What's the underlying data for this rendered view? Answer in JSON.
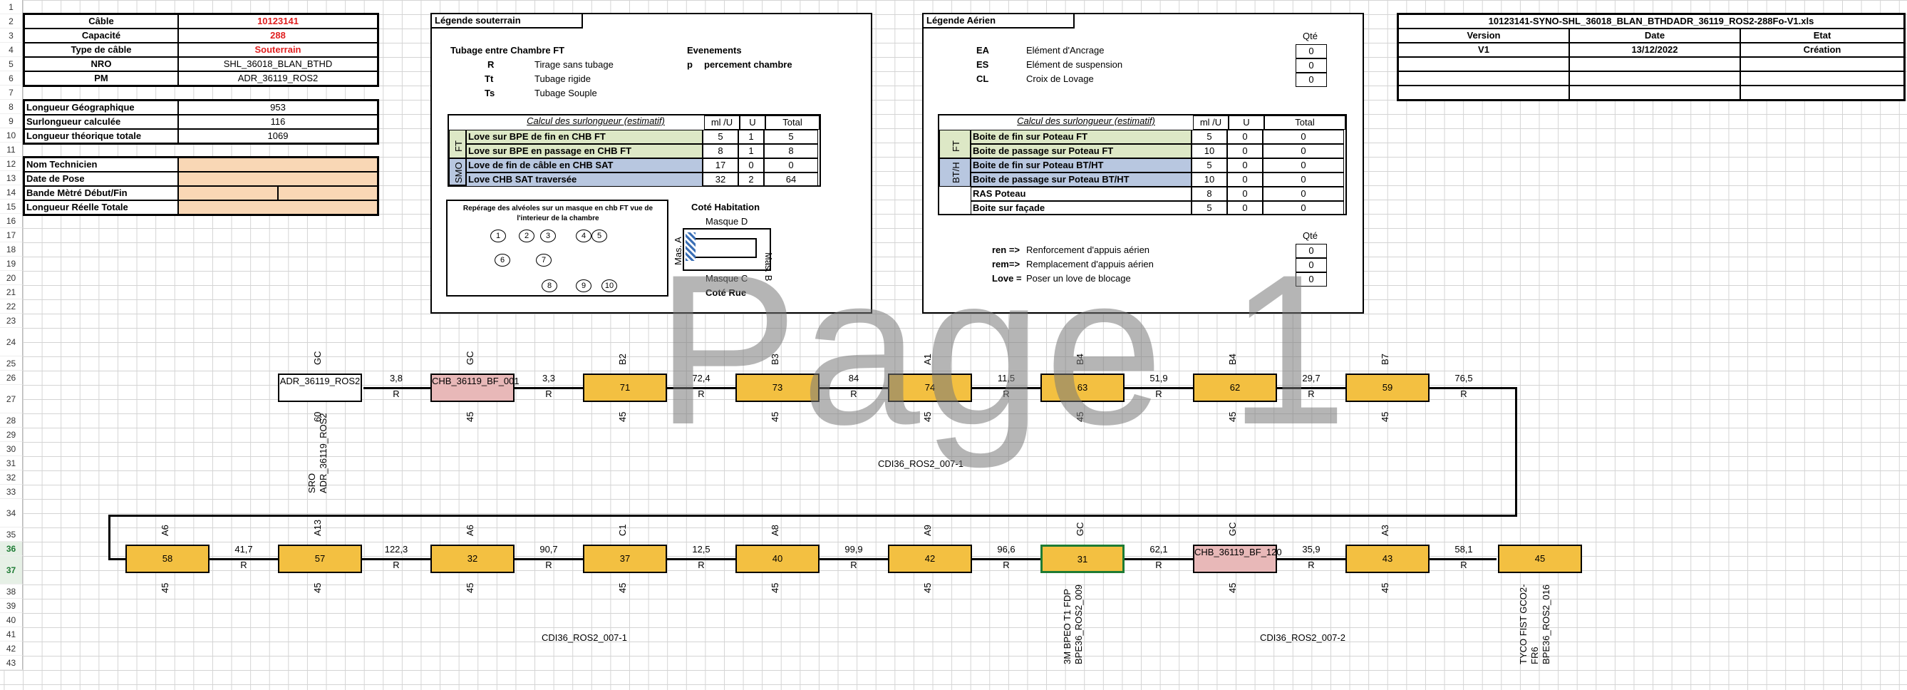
{
  "row_numbers": [
    "1",
    "2",
    "3",
    "4",
    "5",
    "6",
    "7",
    "8",
    "9",
    "10",
    "11",
    "12",
    "13",
    "14",
    "15",
    "16",
    "17",
    "18",
    "19",
    "20",
    "21",
    "22",
    "23",
    "24",
    "25",
    "26",
    "27",
    "28",
    "29",
    "30",
    "31",
    "32",
    "33",
    "34",
    "35",
    "36",
    "37",
    "38",
    "39",
    "40",
    "41",
    "42",
    "43"
  ],
  "info": {
    "labels": [
      "Câble",
      "Capacité",
      "Type de câble",
      "NRO",
      "PM"
    ],
    "values": [
      "10123141",
      "288",
      "Souterrain",
      "SHL_36018_BLAN_BTHD",
      "ADR_36119_ROS2"
    ]
  },
  "lengths": {
    "labels": [
      "Longueur Géographique",
      "Surlongueur calculée",
      "Longueur théorique totale"
    ],
    "values": [
      "953",
      "116",
      "1069"
    ]
  },
  "tech": {
    "labels": [
      "Nom Technicien",
      "Date de Pose",
      "Bande Mètré Début/Fin",
      "Longueur Réelle Totale"
    ]
  },
  "souterrain": {
    "title": "Légende souterrain",
    "sub1": "Tubage entre Chambre FT",
    "sub2": "Evenements",
    "codes": [
      [
        "R",
        "Tirage sans tubage"
      ],
      [
        "Tt",
        "Tubage rigide"
      ],
      [
        "Ts",
        "Tubage Souple"
      ]
    ],
    "event_code": "p",
    "event_label": "percement chambre",
    "calc_title": "Calcul des surlongueur (estimatif)",
    "cols": [
      "ml /U",
      "U",
      "Total"
    ],
    "group1": "FT",
    "group2": "SMO",
    "rows": [
      [
        "Love sur BPE de fin en CHB FT",
        "5",
        "1",
        "5"
      ],
      [
        "Love sur BPE en passage en CHB FT",
        "8",
        "1",
        "8"
      ],
      [
        "Love de fin de câble en CHB SAT",
        "17",
        "0",
        "0"
      ],
      [
        "Love CHB SAT traversée",
        "32",
        "2",
        "64"
      ]
    ],
    "reperage": "Repérage des alvéoles sur un masque en chb FT vue de l'interieur de la chambre",
    "coté": "Coté Habitation",
    "masqueD": "Masque D",
    "masqueC": "Masque C",
    "masA": "Mas. A",
    "masB": "Mas. B",
    "cote_rue": "Coté Rue",
    "alveoles": [
      "1",
      "2",
      "3",
      "4",
      "5",
      "6",
      "7",
      "8",
      "9",
      "10"
    ]
  },
  "aerien": {
    "title": "Légende Aérien",
    "qte": "Qté",
    "codes": [
      [
        "EA",
        "Elément d'Ancrage",
        "0"
      ],
      [
        "ES",
        "Elément de suspension",
        "0"
      ],
      [
        "CL",
        "Croix de Lovage",
        "0"
      ]
    ],
    "calc_title": "Calcul des surlongueur (estimatif)",
    "cols": [
      "ml /U",
      "U",
      "Total"
    ],
    "group1": "FT",
    "group2": "BT/H",
    "rows": [
      [
        "Boite de fin sur Poteau FT",
        "5",
        "0",
        "0"
      ],
      [
        "Boite de passage sur Poteau FT",
        "10",
        "0",
        "0"
      ],
      [
        "Boite de fin sur Poteau BT/HT",
        "5",
        "0",
        "0"
      ],
      [
        "Boite de passage sur Poteau BT/HT",
        "10",
        "0",
        "0"
      ],
      [
        "RAS Poteau",
        "8",
        "0",
        "0"
      ],
      [
        "Boite sur façade",
        "5",
        "0",
        "0"
      ]
    ],
    "qte2": "Qté",
    "notes": [
      [
        "ren =>",
        "Renforcement d'appuis aérien",
        "0"
      ],
      [
        "rem=>",
        "Remplacement d'appuis aérien",
        "0"
      ],
      [
        "Love =",
        "Poser un love de blocage",
        "0"
      ]
    ]
  },
  "filebox": {
    "title": "10123141-SYNO-SHL_36018_BLAN_BTHDADR_36119_ROS2-288Fo-V1.xls",
    "headers": [
      "Version",
      "Date",
      "Etat"
    ],
    "row": [
      "V1",
      "13/12/2022",
      "Création"
    ]
  },
  "watermark": "Page 1",
  "row1": {
    "nodes": [
      "ADR_36119_ROS2",
      "CHB_36119_BF_001",
      "71",
      "73",
      "74",
      "63",
      "62",
      "59"
    ],
    "top": [
      "GC",
      "GC",
      "B2",
      "B3",
      "A1",
      "B4",
      "B4",
      "B7"
    ],
    "bottom": [
      "60",
      "45",
      "45",
      "45",
      "45",
      "45",
      "45",
      "45"
    ],
    "dist": [
      "3,8",
      "3,3",
      "72,4",
      "84",
      "11,5",
      "51,9",
      "29,7",
      "76,5"
    ],
    "mode": "R",
    "sro": "SRO ADR_36119_ROS2",
    "cable": "CDI36_ROS2_007-1"
  },
  "row2": {
    "nodes": [
      "58",
      "57",
      "32",
      "37",
      "40",
      "42",
      "31",
      "CHB_36119_BF_120",
      "43",
      "45"
    ],
    "top": [
      "A6",
      "A13",
      "A6",
      "C1",
      "A8",
      "A9",
      "GC",
      "GC",
      "A3",
      ""
    ],
    "bottom": [
      "45",
      "45",
      "45",
      "45",
      "45",
      "45",
      "",
      "45",
      "45",
      ""
    ],
    "dist": [
      "41,7",
      "122,3",
      "90,7",
      "12,5",
      "99,9",
      "96,6",
      "62,1",
      "35,9",
      "58,1"
    ],
    "mode": "R",
    "label31": "3M BPEO T1 FDP BPE36_ROS2_009",
    "label45": "TYCO FIST GCO2-FR6 BPE36_ROS2_016",
    "cable1": "CDI36_ROS2_007-1",
    "cable2": "CDI36_ROS2_007-2"
  }
}
